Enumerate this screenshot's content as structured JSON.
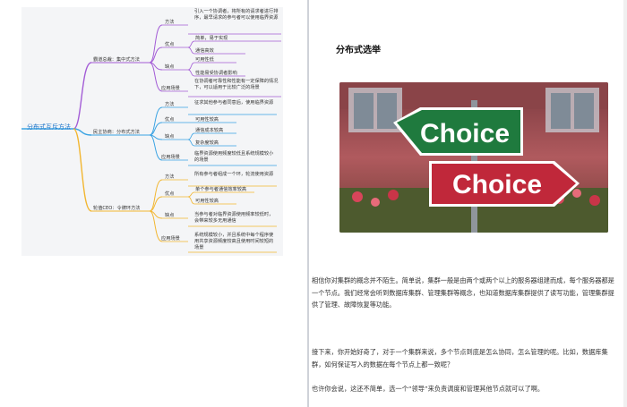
{
  "mindmap": {
    "root": "分布式互斥方法",
    "branches": [
      {
        "label": "霸道总裁：集中式方法",
        "color": "#a35cd6",
        "items": [
          {
            "label": "方法",
            "leaves": [
              "引入一个协调者，将所有的请求者进行排序，最早请求的参与者可以使用临界资源"
            ]
          },
          {
            "label": "优点",
            "leaves": [
              "简单，易于实现",
              "通信高效"
            ]
          },
          {
            "label": "缺点",
            "leaves": [
              "可用性低",
              "性能易受协调者影响"
            ]
          },
          {
            "label": "应用场景",
            "leaves": [
              "在协调者可靠性和性能有一定保障的情况下，可以适用于比较广泛的场景"
            ]
          }
        ]
      },
      {
        "label": "民主协商：分布式方法",
        "color": "#3aa3e3",
        "items": [
          {
            "label": "方法",
            "leaves": [
              "征求其他参与者同意后，使用临界资源"
            ]
          },
          {
            "label": "优点",
            "leaves": [
              "可用性较高"
            ]
          },
          {
            "label": "缺点",
            "leaves": [
              "通信成本较高",
              "复杂度较高"
            ]
          },
          {
            "label": "应用场景",
            "leaves": [
              "临界资源使用频度较低且系统规模较小的场景"
            ]
          }
        ]
      },
      {
        "label": "轮值CEO：令牌环方法",
        "color": "#f2b630",
        "items": [
          {
            "label": "方法",
            "leaves": [
              "所有参与者组成一个环，轮流使用资源"
            ]
          },
          {
            "label": "优点",
            "leaves": [
              "单个参与者通信效率较高",
              "可用性较高"
            ]
          },
          {
            "label": "缺点",
            "leaves": [
              "当参与者对临界资源使用频率较低时，会带来较多无用通信"
            ]
          },
          {
            "label": "应用场景",
            "leaves": [
              "系统规模较小，并且系统中每个程序使用共享资源频度较高且使用时间较短的场景"
            ]
          }
        ]
      }
    ]
  },
  "article": {
    "title": "分布式选举",
    "image": {
      "sign_top": "Choice",
      "sign_bottom": "Choice"
    },
    "paragraphs": [
      "相信你对集群的概念并不陌生。简单说，集群一般是由两个或两个以上的服务器组建而成，每个服务器都是一个节点。我们经常会听到数据库集群、管理集群等概念，也知道数据库集群提供了读写功能，管理集群提供了管理、故障恢复等功能。",
      "接下来，你开始好奇了，对于一个集群来说，多个节点到底是怎么协同，怎么管理的呢。比如，数据库集群，如何保证写入的数据在每个节点上都一致呢？",
      "也许你会说，这还不简单，选一个“领导”来负责调度和管理其他节点就可以了啊。"
    ]
  },
  "colors": {
    "purple": "#a35cd6",
    "blue": "#3aa3e3",
    "yellow": "#f2b630",
    "sign_green": "#1f7a3e",
    "sign_red": "#c0283a"
  }
}
